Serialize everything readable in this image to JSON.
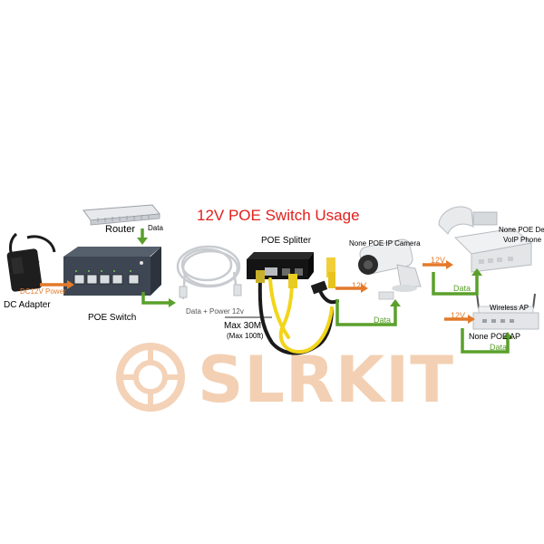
{
  "title": "12V POE Switch Usage",
  "watermark": "SLRKIT",
  "labels": {
    "router": "Router",
    "data_router": "Data",
    "poe_splitter": "POE Splitter",
    "camera": "None POE IP Camera",
    "phone_line1": "None POE Dev",
    "phone_line2": "VoIP Phone",
    "dc_adapter": "DC Adapter",
    "dc12v_power": "DC12V Power",
    "poe_switch": "POE Switch",
    "data_power": "Data + Power 12v",
    "max30m": "Max 30M",
    "max100ft": "(Max 100ft)",
    "v12_camera": "12V",
    "v12_phone": "12V",
    "data_phone": "Data",
    "data_camera": "Data",
    "wireless_ap": "Wireless AP",
    "v12_ap": "12V",
    "none_poe_ap": "None POE AP",
    "data_ap": "Data"
  },
  "colors": {
    "title": "#e0201e",
    "power_arrow": "#e37a2a",
    "data_arrow": "#5aa02c",
    "watermark": "#f2c8a6",
    "switch_body": "#3d4652",
    "cable_yellow": "#f2d51a",
    "cable_black": "#1a1a1a"
  }
}
